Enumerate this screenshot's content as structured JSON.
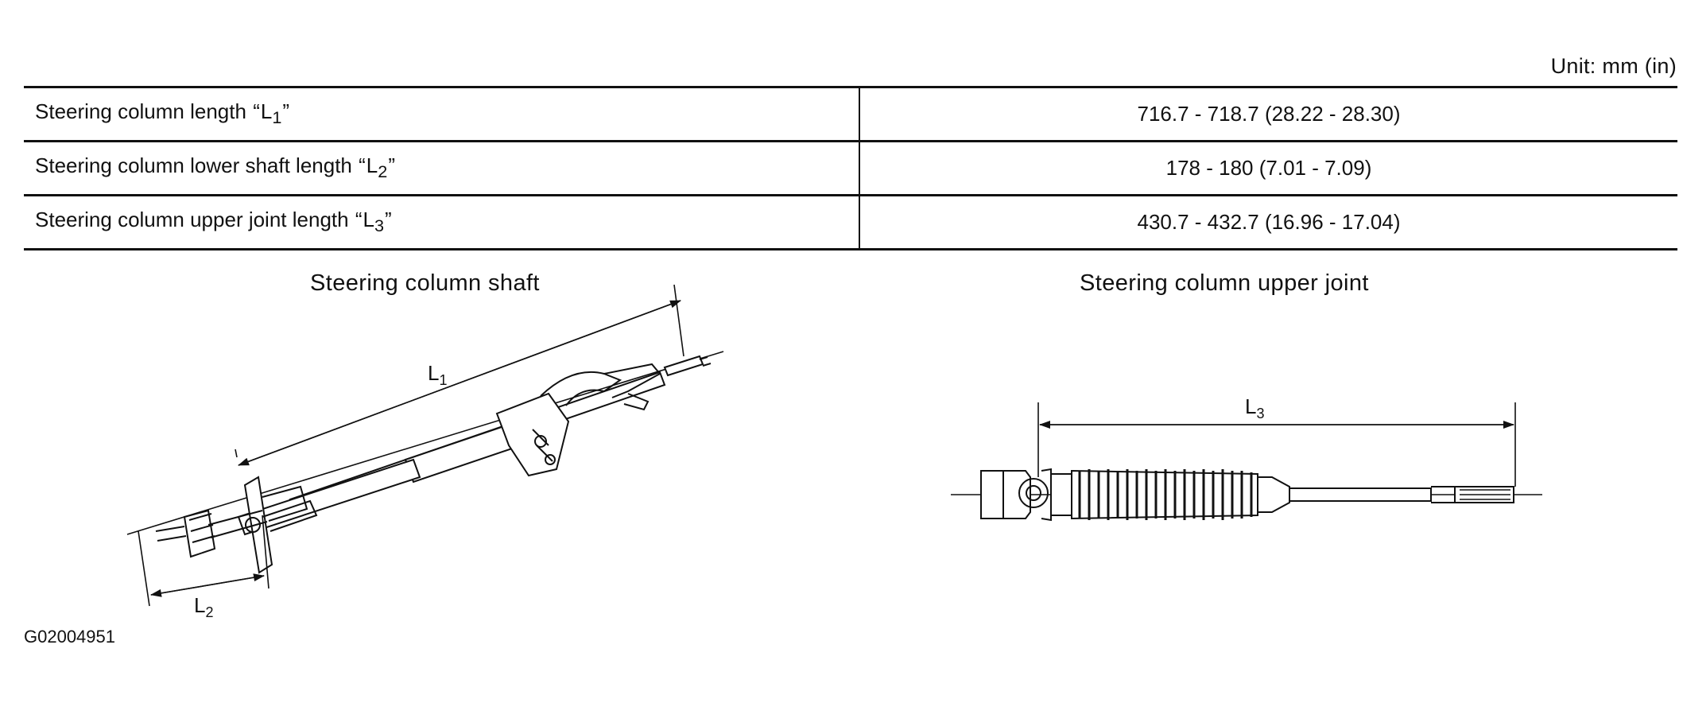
{
  "unit_note": "Unit: mm (in)",
  "rows": [
    {
      "label": "Steering column length",
      "symbol": "L",
      "sub": "1",
      "value": "716.7 - 718.7 (28.22 - 28.30)"
    },
    {
      "label": "Steering column lower shaft length",
      "symbol": "L",
      "sub": "2",
      "value": "178 - 180 (7.01 - 7.09)"
    },
    {
      "label": "Steering column upper joint length",
      "symbol": "L",
      "sub": "3",
      "value": "430.7 - 432.7 (16.96 - 17.04)"
    }
  ],
  "figures": {
    "left_caption": "Steering column shaft",
    "right_caption": "Steering column upper joint",
    "dimension_labels": {
      "l1": "L",
      "l1_sub": "1",
      "l2": "L",
      "l2_sub": "2",
      "l3": "L",
      "l3_sub": "3"
    }
  },
  "figure_id": "G02004951"
}
